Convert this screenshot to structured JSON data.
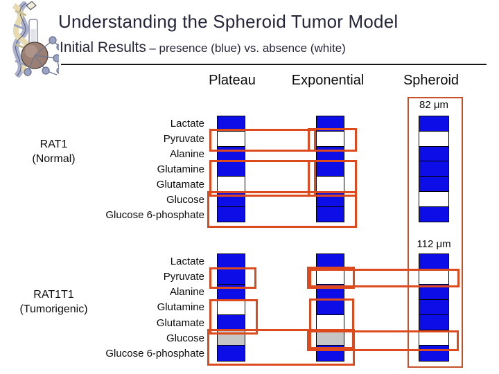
{
  "header": {
    "title": "Understanding the Spheroid Tumor Model",
    "subtitle_lead": "Initial Results",
    "subtitle_rest": "– presence (blue) vs. absence (white)"
  },
  "chart_data": {
    "type": "heatmap",
    "title": "Initial Results – presence (blue) vs. absence (white)",
    "legend": {
      "blue": "presence",
      "white": "absence"
    },
    "columns": [
      "Plateau",
      "Exponential",
      "Spheroid"
    ],
    "rows": [
      "Lactate",
      "Pyruvate",
      "Alanine",
      "Glutamine",
      "Glutamate",
      "Glucose",
      "Glucose 6-phosphate"
    ],
    "cell_colors": {
      "blue": "#0d0de8",
      "white": "#ffffff",
      "gray": "#c6c6c6"
    },
    "highlight_color": "#dd4a1e",
    "series": [
      {
        "name": "RAT1",
        "qualifier": "(Normal)",
        "spheroid_size": "82 μm",
        "values": {
          "Plateau": [
            "blue",
            "white",
            "blue",
            "blue",
            "white",
            "blue",
            "blue"
          ],
          "Exponential": [
            "blue",
            "white",
            "blue",
            "blue",
            "white",
            "blue",
            "blue"
          ],
          "Spheroid": [
            "blue",
            "white",
            "blue",
            "blue",
            "blue",
            "white",
            "blue"
          ]
        }
      },
      {
        "name": "RAT1T1",
        "qualifier": "(Tumorigenic)",
        "spheroid_size": "112 μm",
        "values": {
          "Plateau": [
            "blue",
            "blue",
            "blue",
            "white",
            "blue",
            "gray",
            "blue"
          ],
          "Exponential": [
            "blue",
            "white",
            "blue",
            "blue",
            "white",
            "gray",
            "blue"
          ],
          "Spheroid": [
            "blue",
            "white",
            "blue",
            "blue",
            "blue",
            "white",
            "blue"
          ]
        }
      }
    ]
  }
}
